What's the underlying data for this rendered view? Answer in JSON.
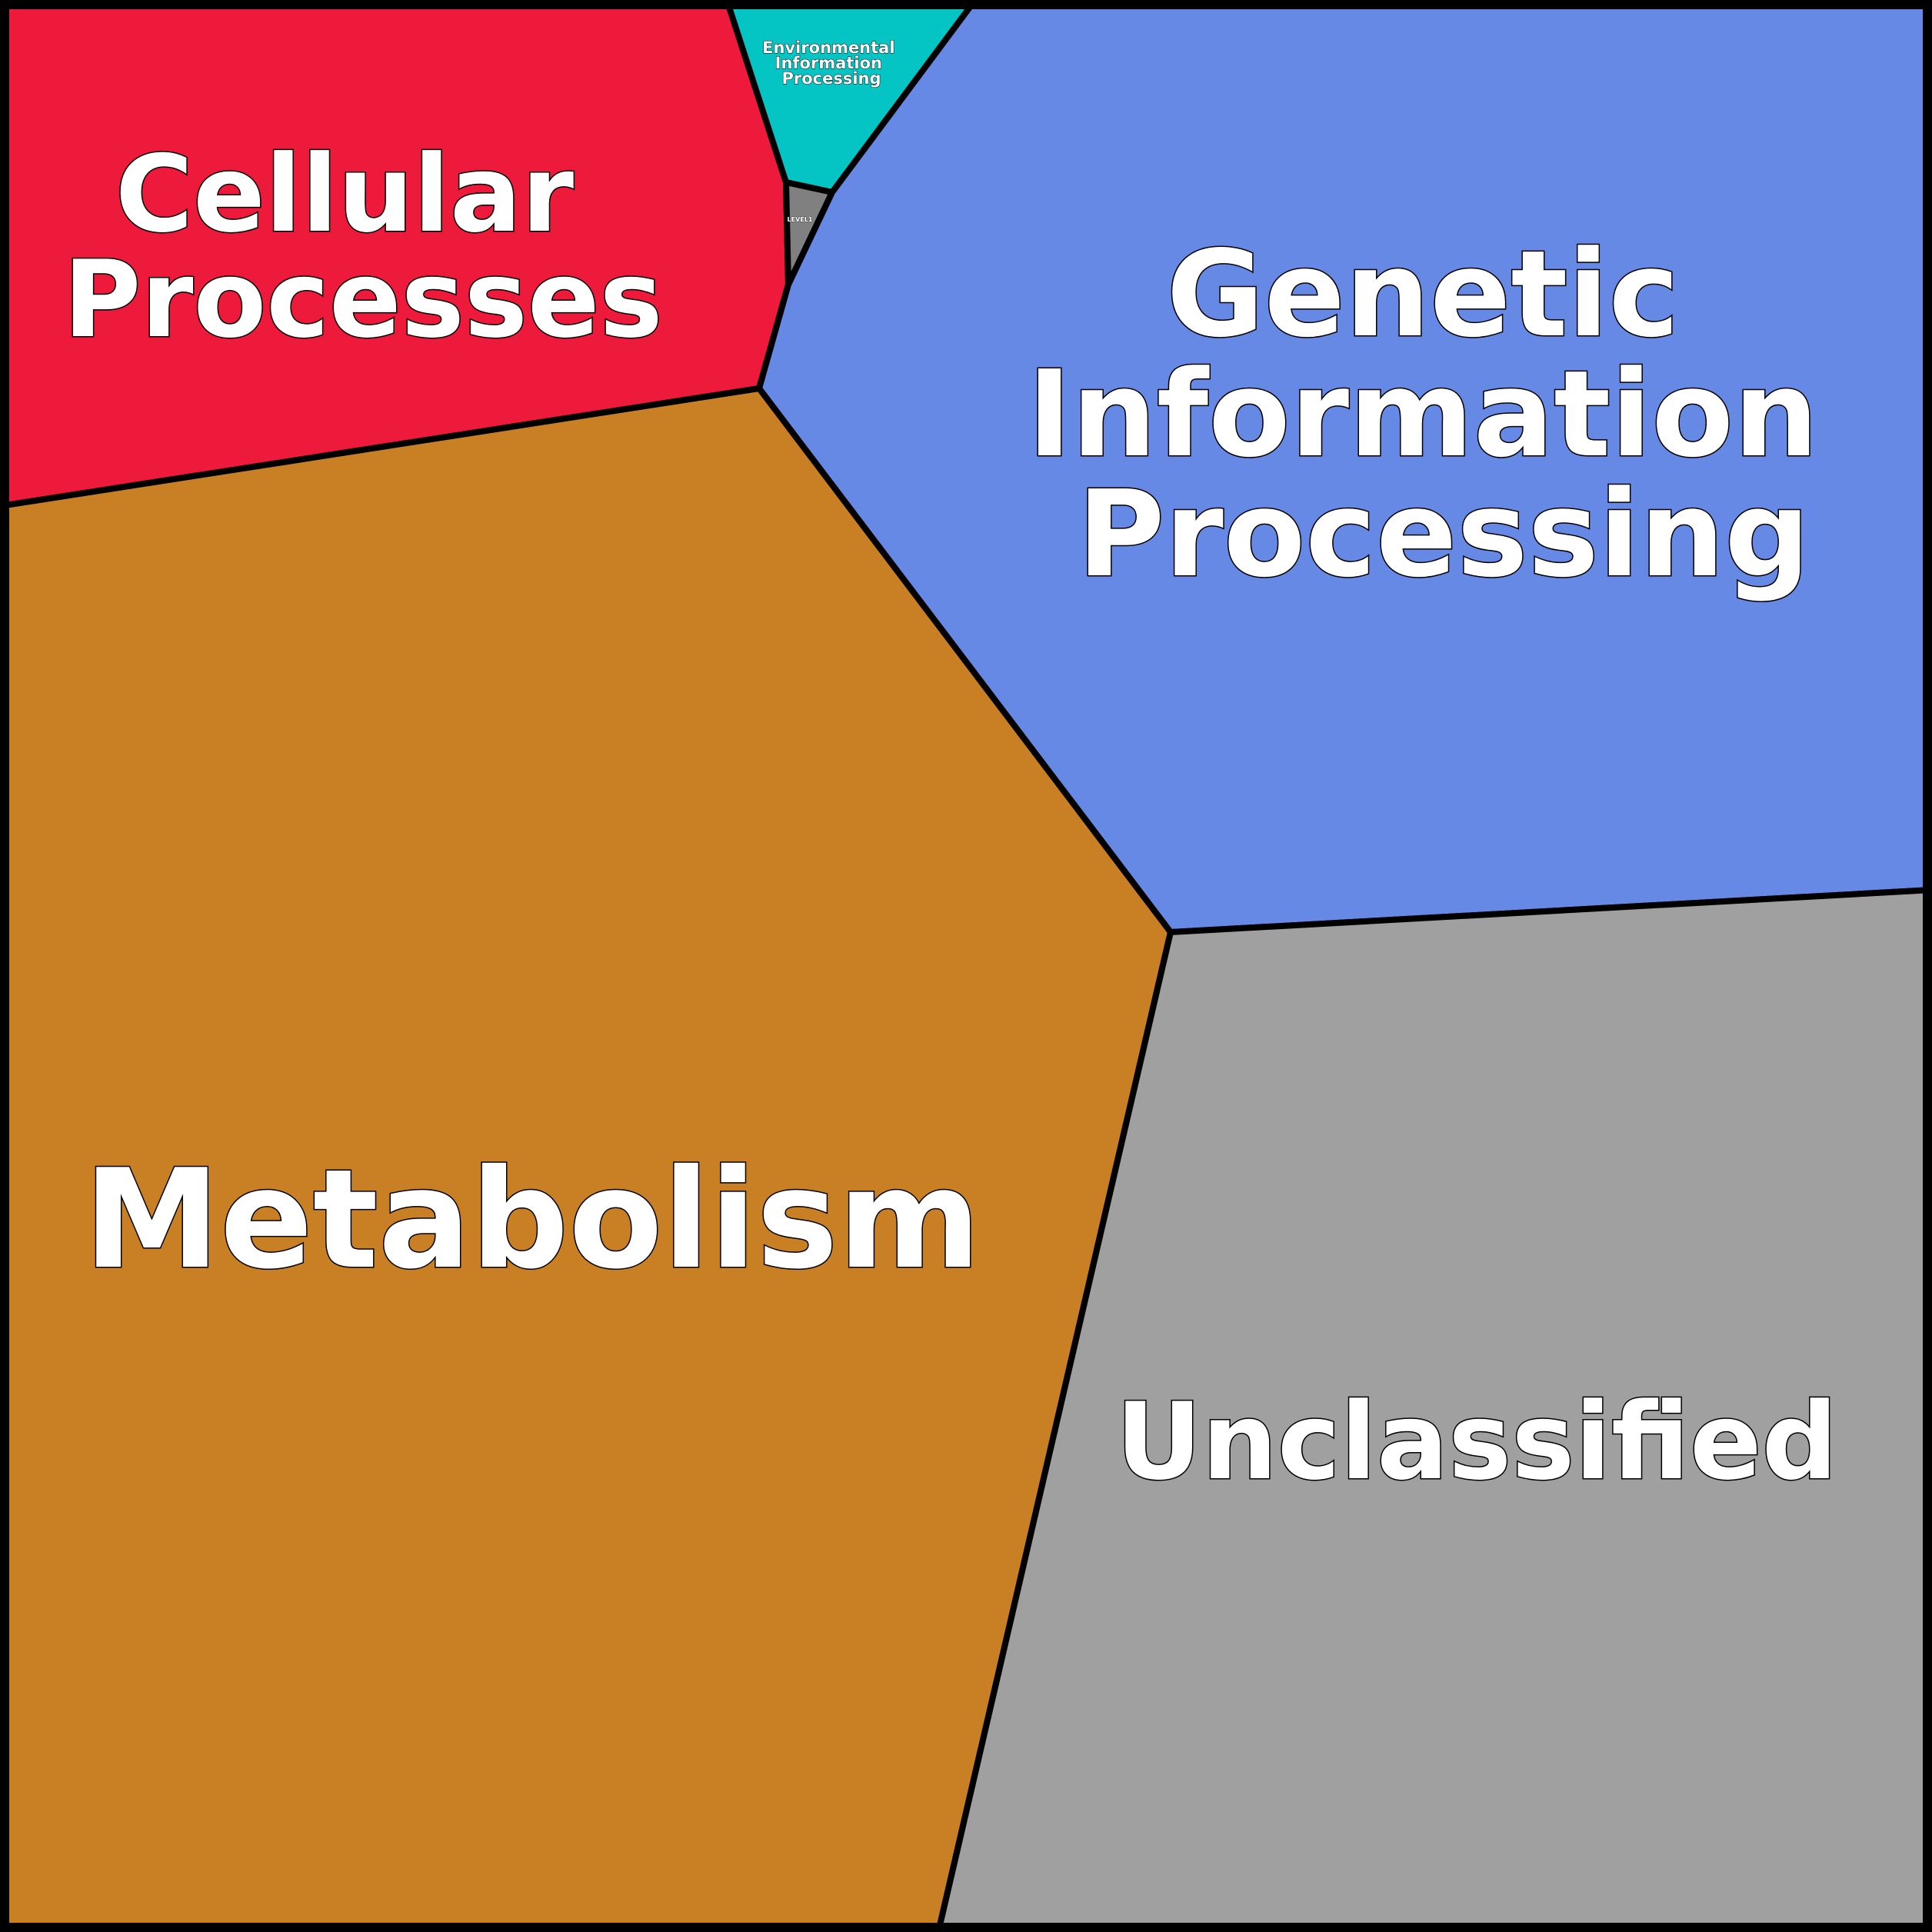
{
  "treemap": {
    "cells": {
      "cellular": {
        "name": "Cellular Processes",
        "lines": [
          "Cellular",
          "Processes"
        ],
        "color": "#ED1A3B"
      },
      "environmental": {
        "name": "Environmental Information Processing",
        "lines": [
          "Environmental",
          "Information",
          "Processing"
        ],
        "color": "#04C5C3"
      },
      "level1": {
        "name": "LEVEL1",
        "lines": [
          "LEVEL1"
        ],
        "color": "#808080"
      },
      "genetic": {
        "name": "Genetic Information Processing",
        "lines": [
          "Genetic",
          "Information",
          "Processing"
        ],
        "color": "#6789E6"
      },
      "metabolism": {
        "name": "Metabolism",
        "lines": [
          "Metabolism"
        ],
        "color": "#C97F24"
      },
      "unclassified": {
        "name": "Unclassified",
        "lines": [
          "Unclassified"
        ],
        "color": "#A0A0A0"
      }
    }
  }
}
